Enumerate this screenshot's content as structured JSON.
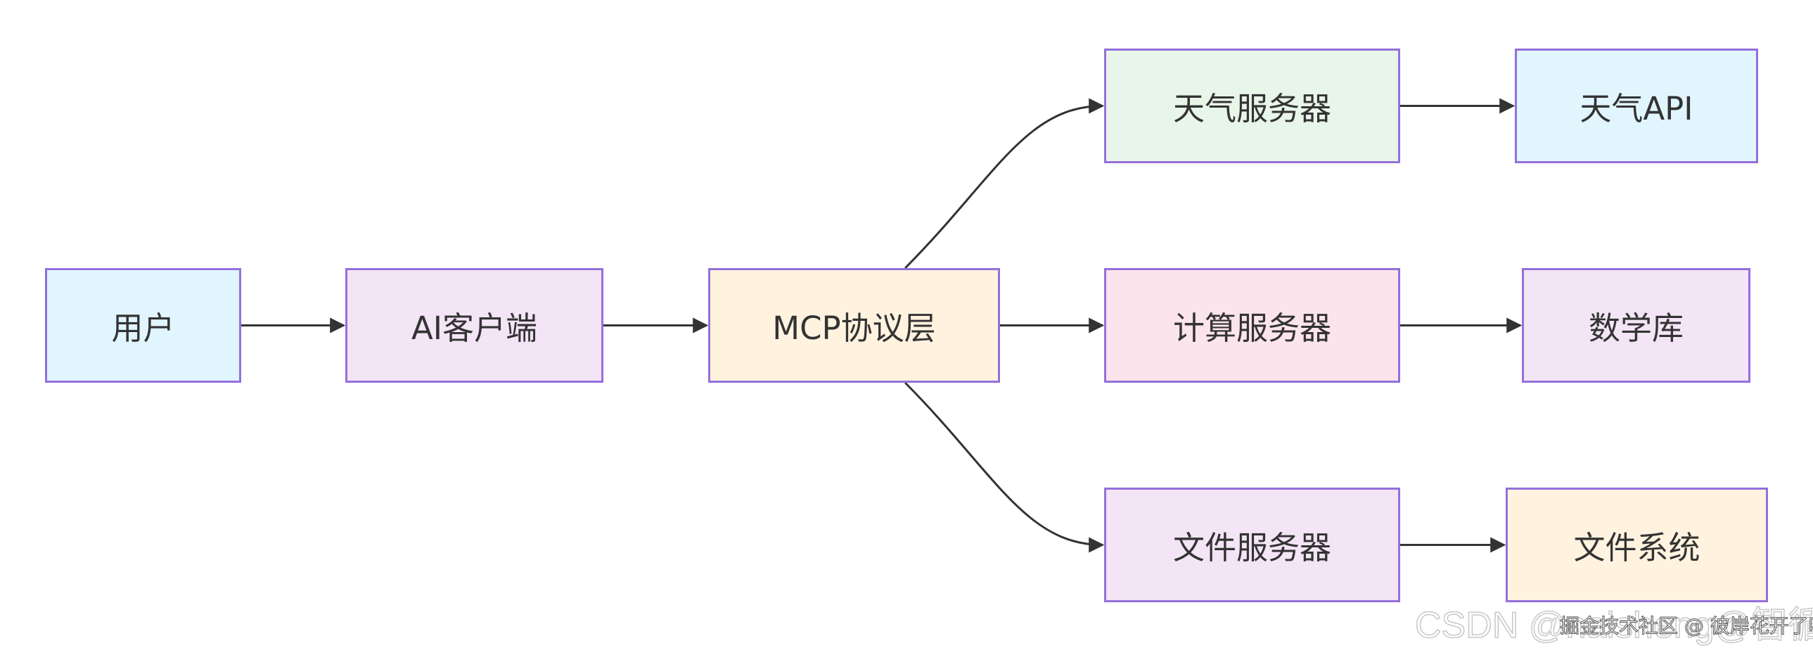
{
  "diagram": {
    "type": "flowchart",
    "direction": "left-to-right",
    "nodes": [
      {
        "id": "user",
        "label": "用户",
        "fill": "#E1F5FE",
        "stroke": "#9370DB"
      },
      {
        "id": "client",
        "label": "AI客户端",
        "fill": "#F3E5F5",
        "stroke": "#9370DB"
      },
      {
        "id": "mcp",
        "label": "MCP协议层",
        "fill": "#FFF3E0",
        "stroke": "#9370DB"
      },
      {
        "id": "weather_server",
        "label": "天气服务器",
        "fill": "#E8F5E9",
        "stroke": "#9370DB"
      },
      {
        "id": "calc_server",
        "label": "计算服务器",
        "fill": "#FCE4EC",
        "stroke": "#9370DB"
      },
      {
        "id": "file_server",
        "label": "文件服务器",
        "fill": "#F3E5F5",
        "stroke": "#9370DB"
      },
      {
        "id": "weather_api",
        "label": "天气API",
        "fill": "#E1F5FE",
        "stroke": "#9370DB"
      },
      {
        "id": "math_lib",
        "label": "数学库",
        "fill": "#F3E5F5",
        "stroke": "#9370DB"
      },
      {
        "id": "file_system",
        "label": "文件系统",
        "fill": "#FFF3E0",
        "stroke": "#9370DB"
      }
    ],
    "edges": [
      {
        "from": "user",
        "to": "client"
      },
      {
        "from": "client",
        "to": "mcp"
      },
      {
        "from": "mcp",
        "to": "weather_server"
      },
      {
        "from": "mcp",
        "to": "calc_server"
      },
      {
        "from": "mcp",
        "to": "file_server"
      },
      {
        "from": "weather_server",
        "to": "weather_api"
      },
      {
        "from": "calc_server",
        "to": "math_lib"
      },
      {
        "from": "file_server",
        "to": "file_system"
      }
    ],
    "edge_color": "#333333",
    "text_color": "#333333"
  },
  "watermarks": {
    "csdn": "CSDN @naisheng@智循AI",
    "juejin": "掘金技术社区 @ 彼岸花开了吗"
  }
}
